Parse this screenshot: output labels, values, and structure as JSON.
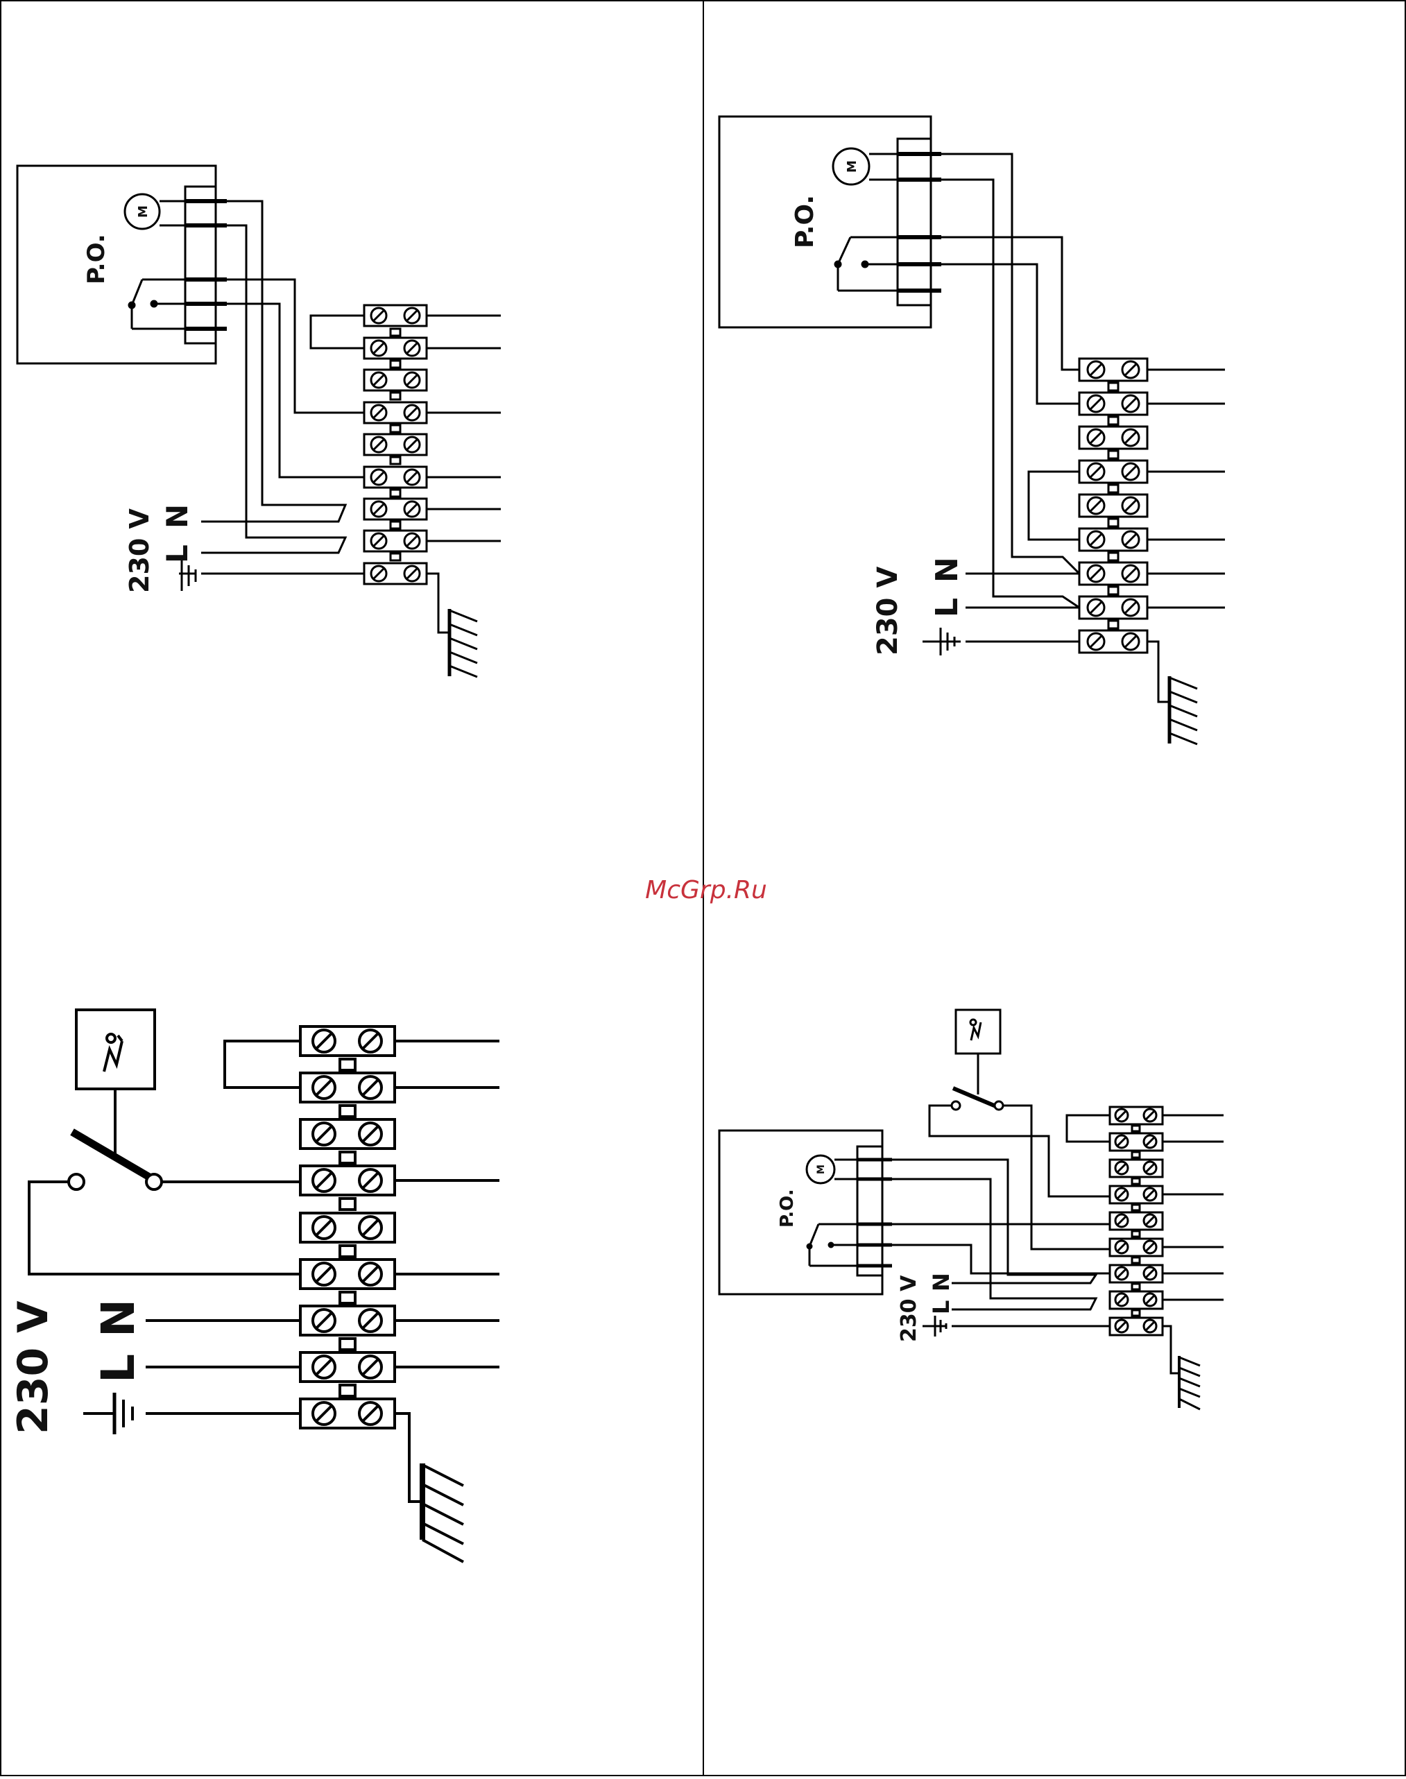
{
  "watermark": "McGrp.Ru",
  "diagrams": [
    {
      "id": "top-left",
      "box_label": "P.O.",
      "motor_label": "M",
      "voltage_label": "230  V",
      "line_label": "L",
      "neutral_label": "N"
    },
    {
      "id": "top-right",
      "box_label": "P.O.",
      "motor_label": "M",
      "voltage_label": "230  V",
      "line_label": "L",
      "neutral_label": "N"
    },
    {
      "id": "bottom-left",
      "voltage_label": "230  V",
      "line_label": "L",
      "neutral_label": "N"
    },
    {
      "id": "bottom-right",
      "box_label": "P.O.",
      "motor_label": "M",
      "voltage_label": "230  V",
      "line_label": "L",
      "neutral_label": "N"
    }
  ]
}
